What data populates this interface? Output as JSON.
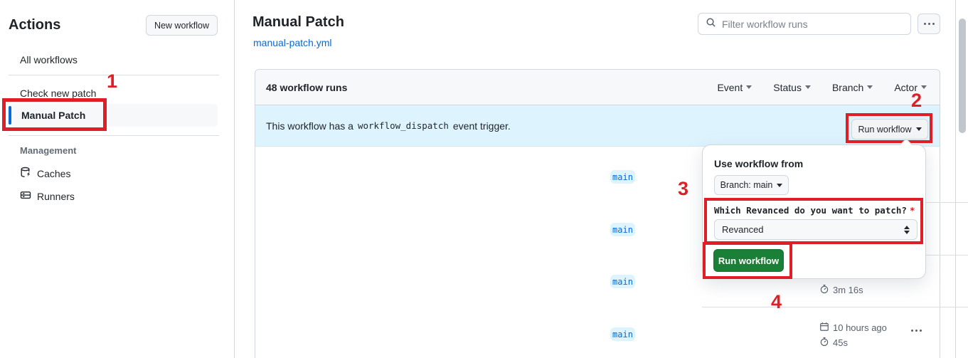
{
  "annotations": {
    "n1": "1",
    "n2": "2",
    "n3": "3",
    "n4": "4",
    "color": "#e01e25"
  },
  "sidebar": {
    "title": "Actions",
    "new_workflow": "New workflow",
    "items": [
      {
        "label": "All workflows"
      },
      {
        "label": "Check new patch"
      },
      {
        "label": "Manual Patch",
        "selected": true
      }
    ],
    "management": {
      "heading": "Management",
      "items": [
        {
          "label": "Caches",
          "icon": "database-icon"
        },
        {
          "label": "Runners",
          "icon": "server-icon"
        }
      ]
    }
  },
  "header": {
    "title": "Manual Patch",
    "file": "manual-patch.yml",
    "filter_placeholder": "Filter workflow runs"
  },
  "table": {
    "count": "48 workflow runs",
    "filters": [
      {
        "label": "Event"
      },
      {
        "label": "Status"
      },
      {
        "label": "Branch"
      },
      {
        "label": "Actor"
      }
    ],
    "banner": {
      "pre": "This workflow has a",
      "code": "workflow_dispatch",
      "post": "event trigger.",
      "run_button": "Run workflow"
    },
    "rows": [
      {
        "branch": "main"
      },
      {
        "branch": "main"
      },
      {
        "branch": "main",
        "duration": "3m 16s"
      },
      {
        "branch": "main",
        "time": "10 hours ago",
        "duration": "45s"
      }
    ]
  },
  "dialog": {
    "heading": "Use workflow from",
    "branch_button": "Branch: main",
    "question": "Which Revanced do you want to patch?",
    "required": "*",
    "select_value": "Revanced",
    "run_button": "Run workflow"
  },
  "colors": {
    "accent_blue": "#0969da",
    "banner_blue": "#ddf4ff",
    "button_green": "#1a7f37",
    "annotation_red": "#e01e25",
    "top_bar_salmon": "#f4795b"
  }
}
